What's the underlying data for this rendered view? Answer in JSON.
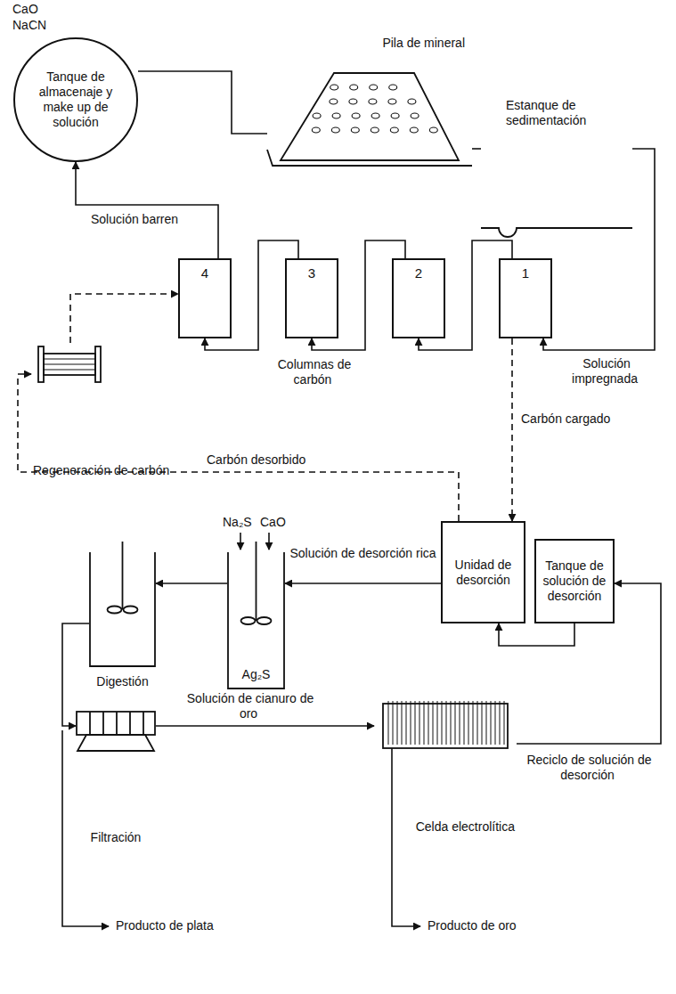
{
  "diagram": {
    "nodes": [
      {
        "text": [
          "Tanque de almacenaje y make up de solución"
        ]
      },
      {
        "text": [
          "Pila de mineral"
        ]
      },
      {
        "text": [
          "Estanque de sedimentación"
        ]
      },
      {
        "text": [
          "4"
        ]
      },
      {
        "text": [
          "3"
        ]
      },
      {
        "text": [
          "2"
        ]
      },
      {
        "text": [
          "1"
        ]
      },
      {
        "text": [
          "Regeneración de carbón"
        ]
      },
      {
        "text": [
          "Unidad de desorción"
        ]
      },
      {
        "text": [
          "Tanque de solución de desorción"
        ]
      },
      {
        "text": [
          "Ag₂S"
        ]
      },
      {
        "text": [
          "Digestión"
        ]
      },
      {
        "text": [
          "Filtración"
        ]
      },
      {
        "text": [
          "Celda electrolítica"
        ]
      }
    ],
    "edges": [
      {
        "from": 0,
        "to": 1,
        "arrow": "none"
      },
      {
        "from": 1,
        "to": 2,
        "arrow": "none"
      },
      {
        "from": 2,
        "to": 6,
        "label": "Solución impregnada",
        "arrow": "to"
      },
      {
        "from": 6,
        "to": 5,
        "arrow": "to"
      },
      {
        "from": 5,
        "to": 4,
        "arrow": "to"
      },
      {
        "from": 4,
        "to": 3,
        "arrow": "to"
      },
      {
        "from": 3,
        "to": 0,
        "label": "Solución barren",
        "arrow": "to"
      },
      {
        "from": 7,
        "to": 3,
        "arrow": "to"
      },
      {
        "from": 6,
        "to": 8,
        "label": "Carbón cargado",
        "arrow": "to"
      },
      {
        "from": 8,
        "to": 7,
        "label": "Carbón desorbido",
        "arrow": "to"
      },
      {
        "from": 9,
        "to": 8,
        "arrow": "to"
      },
      {
        "from": 8,
        "to": 10,
        "label": "Solución de desorción rica",
        "arrow": "to"
      },
      {
        "from": 10,
        "to": 11,
        "arrow": "to"
      },
      {
        "from": 11,
        "to": 12,
        "arrow": "to"
      },
      {
        "from": 12,
        "to": 13,
        "label": "Solución de cianuro de oro",
        "arrow": "to"
      },
      {
        "from": 13,
        "to": 9,
        "label": "Reciclo de solución de desorción",
        "arrow": "to"
      }
    ],
    "labels": [
      "CaO",
      "NaCN",
      "Columnas de carbón",
      "Na₂S",
      "CaO",
      "Producto de plata",
      "Producto de oro"
    ]
  }
}
